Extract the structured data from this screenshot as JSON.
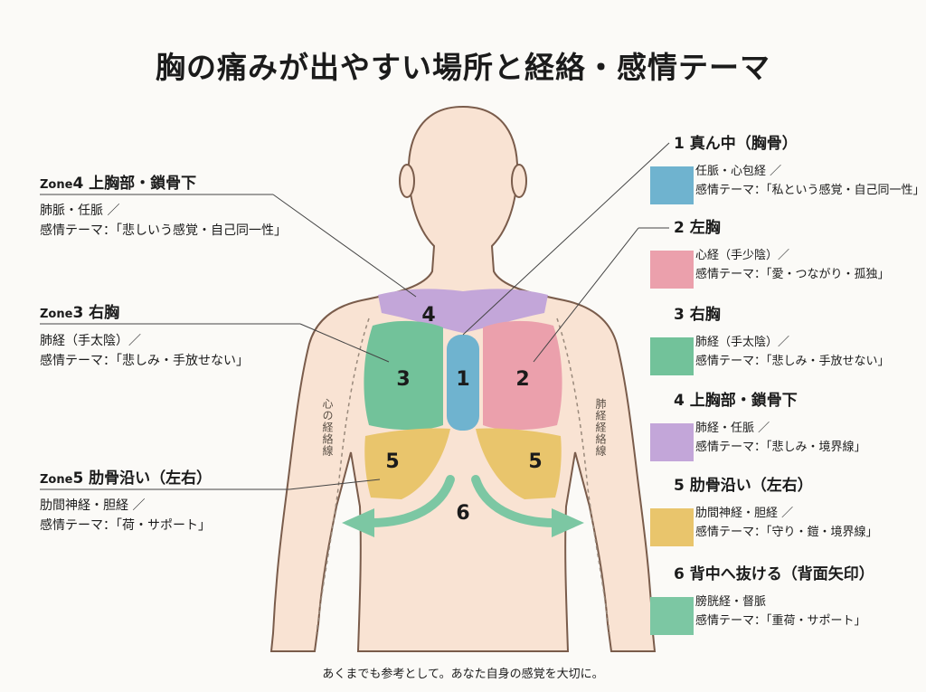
{
  "title": "胸の痛みが出やすい場所と経絡・感情テーマ",
  "footer": "あくまでも参考として。あなた自身の感覚を大切に。",
  "colors": {
    "zone1": "#6fb3cf",
    "zone2": "#eba0ac",
    "zone3": "#72c29a",
    "zone4": "#c3a6d9",
    "zone5": "#e9c56c",
    "zone6": "#7cc7a3",
    "skin": "#f9e3d3",
    "outline": "#7a5c4b"
  },
  "zone_numbers": {
    "z1": "1",
    "z2": "2",
    "z3": "3",
    "z4": "4",
    "z5_left": "5",
    "z5_right": "5",
    "z6": "6"
  },
  "side_labels": {
    "left": "心の経絡線",
    "right": "肺経経絡線"
  },
  "left_annotations": [
    {
      "prefix": "Zone",
      "label": "4 上胸部・鎖骨下",
      "line1": "肺脈・任脈 ／",
      "line2": "感情テーマ：「悲しいう感覚・自己同一性」"
    },
    {
      "prefix": "Zone",
      "label": "3 右胸",
      "line1": "肺経（手太陰）／",
      "line2": "感情テーマ：「悲しみ・手放せない」"
    },
    {
      "prefix": "Zone",
      "label": "5 肋骨沿い（左右）",
      "line1": "肋間神経・胆経 ／",
      "line2": "感情テーマ：「荷・サポート」"
    }
  ],
  "right_legend": [
    {
      "head": "1 真ん中（胸骨）",
      "line1": "任脈・心包経 ／",
      "line2": "感情テーマ：「私という感覚・自己同一性」",
      "color": "#6fb3cf"
    },
    {
      "head": "2 左胸",
      "line1": "心経（手少陰）／",
      "line2": "感情テーマ：「愛・つながり・孤独」",
      "color": "#eba0ac"
    },
    {
      "head": "3 右胸",
      "line1": "肺経（手太陰）／",
      "line2": "感情テーマ：「悲しみ・手放せない」",
      "color": "#72c29a"
    },
    {
      "head": "4 上胸部・鎖骨下",
      "line1": "肺経・任脈 ／",
      "line2": "感情テーマ：「悲しみ・境界線」",
      "color": "#c3a6d9"
    },
    {
      "head": "5 肋骨沿い（左右）",
      "line1": "肋間神経・胆経 ／",
      "line2": "感情テーマ：「守り・鎧・境界線」",
      "color": "#e9c56c"
    },
    {
      "head": "6 背中へ抜ける（背面矢印）",
      "line1": "膀胱経・督脈",
      "line2": "感情テーマ：「重荷・サポート」",
      "color": "#7cc7a3"
    }
  ]
}
